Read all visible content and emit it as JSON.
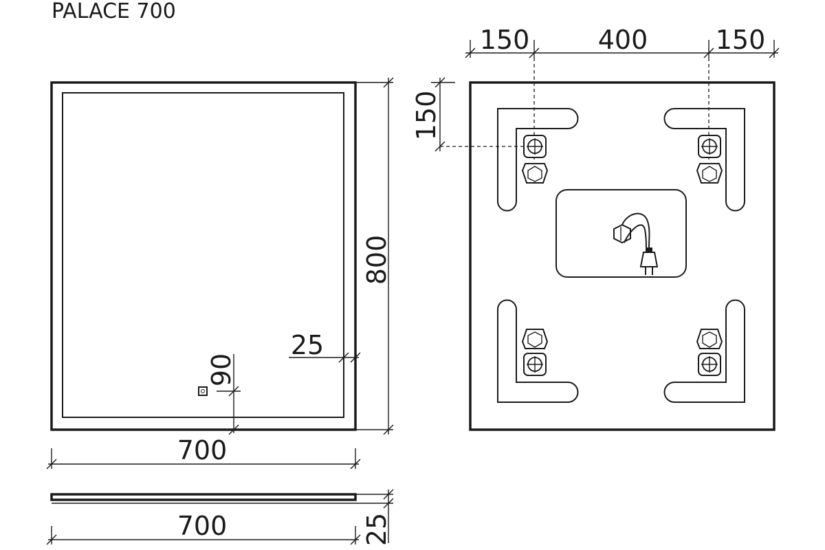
{
  "title": "PALACE 700",
  "front_view": {
    "height_label": "800",
    "width_label": "700",
    "led_inset_label": "25",
    "switch_offset_label": "90"
  },
  "side_view": {
    "width_label": "700",
    "depth_label": "25"
  },
  "back_view": {
    "left_spacing_label": "150",
    "center_spacing_label": "400",
    "right_spacing_label": "150",
    "top_spacing_label": "150"
  },
  "icons": [
    "power-switch-icon",
    "power-plug-icon",
    "hex-nut-icon",
    "bolt-icon"
  ]
}
